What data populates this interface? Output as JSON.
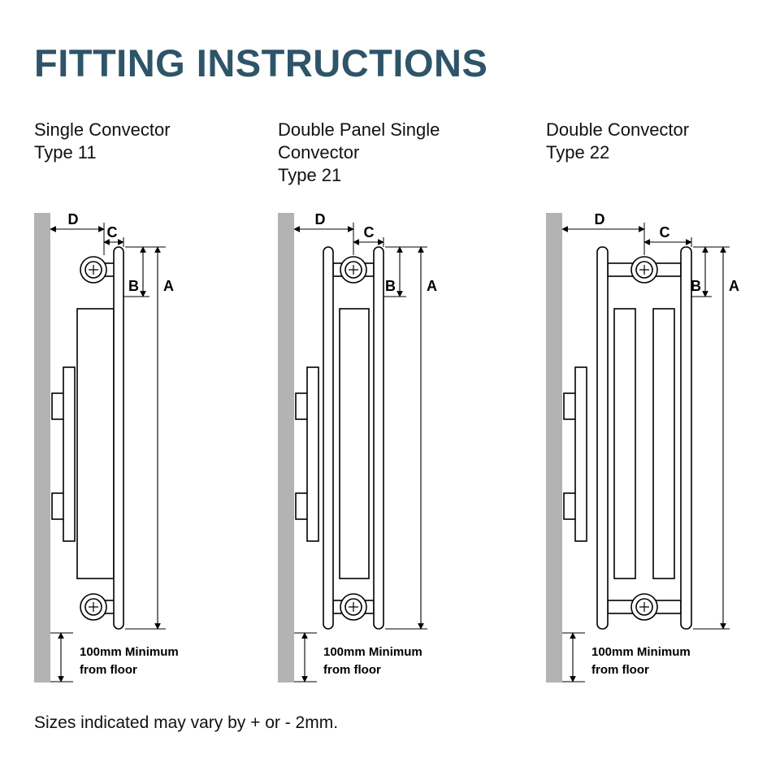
{
  "title": "FITTING INSTRUCTIONS",
  "footer": "Sizes indicated may vary by + or - 2mm.",
  "colors": {
    "title_text": "#2e5468",
    "wall_fill": "#b3b3b3",
    "line": "#000000",
    "background": "#ffffff"
  },
  "diagrams": [
    {
      "heading": [
        "Single Convector",
        "Type 11"
      ],
      "dims": {
        "a": "A",
        "b": "B",
        "c": "C",
        "d": "D"
      },
      "floor": [
        "100mm Minimum",
        "from floor"
      ]
    },
    {
      "heading": [
        "Double Panel Single",
        "Convector",
        "Type 21"
      ],
      "dims": {
        "a": "A",
        "b": "B",
        "c": "C",
        "d": "D"
      },
      "floor": [
        "100mm Minimum",
        "from floor"
      ]
    },
    {
      "heading": [
        "Double Convector",
        "Type 22"
      ],
      "dims": {
        "a": "A",
        "b": "B",
        "c": "C",
        "d": "D"
      },
      "floor": [
        "100mm Minimum",
        "from floor"
      ]
    }
  ]
}
